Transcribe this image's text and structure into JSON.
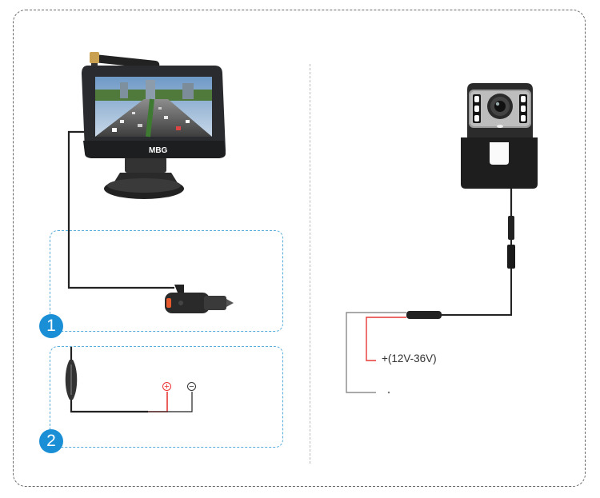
{
  "option1": {
    "number": "1"
  },
  "option2": {
    "number": "2",
    "plus_symbol": "+",
    "minus_symbol": "−"
  },
  "camera": {
    "voltage_label": "+(12V-36V)"
  },
  "monitor": {
    "logo_text": "MBG"
  },
  "colors": {
    "option_border": "#5aaedc",
    "badge": "#1b8fd6",
    "positive_wire": "#e53935",
    "wire": "#222222"
  }
}
